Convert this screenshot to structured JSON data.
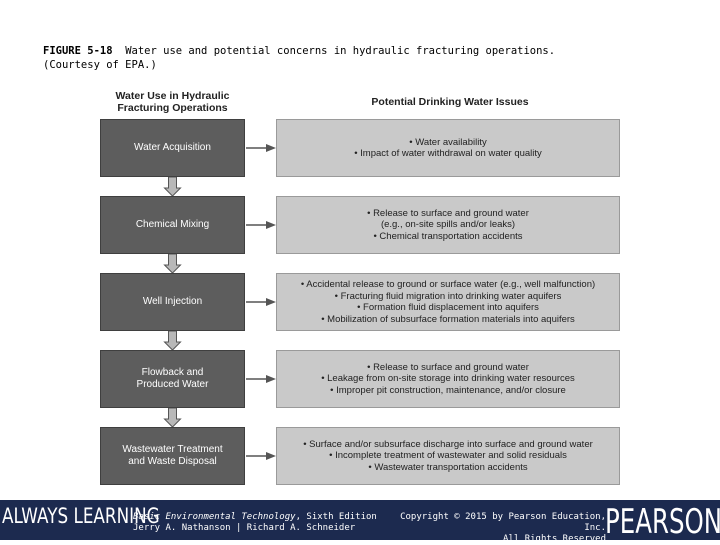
{
  "caption": {
    "label": "FIGURE 5-18",
    "text": "Water use and potential concerns in hydraulic fracturing operations.",
    "line2": "(Courtesy of EPA.)"
  },
  "diagram": {
    "left_header": [
      "Water Use in Hydraulic",
      "Fracturing Operations"
    ],
    "right_header": "Potential Drinking Water Issues",
    "stages": [
      {
        "label": "Water Acquisition",
        "issues": [
          "• Water availability",
          "• Impact of water withdrawal on water quality"
        ]
      },
      {
        "label": "Chemical Mixing",
        "issues": [
          "• Release to surface and ground water",
          "(e.g., on-site spills and/or leaks)",
          "• Chemical transportation accidents"
        ]
      },
      {
        "label": "Well Injection",
        "issues": [
          "• Accidental release to ground or surface water (e.g., well malfunction)",
          "• Fracturing fluid migration into drinking water aquifers",
          "• Formation fluid displacement into aquifers",
          "• Mobilization of subsurface formation materials into aquifers"
        ]
      },
      {
        "label": "Flowback and\nProduced Water",
        "issues": [
          "• Release to surface and ground water",
          "• Leakage from on-site storage into drinking water resources",
          "• Improper pit construction, maintenance, and/or closure"
        ]
      },
      {
        "label": "Wastewater Treatment\nand Waste Disposal",
        "issues": [
          "• Surface and/or subsurface discharge into surface and ground water",
          "• Incomplete treatment of wastewater and solid residuals",
          "• Wastewater transportation accidents"
        ]
      }
    ]
  },
  "footer": {
    "always_learning": "ALWAYS LEARNING",
    "book_title": "Basic Environmental Technology",
    "book_edition": ", Sixth Edition",
    "authors": "Jerry A. Nathanson | Richard A. Schneider",
    "copyright": "Copyright © 2015 by Pearson Education, Inc.",
    "rights": "All Rights Reserved",
    "brand": "PEARSON"
  },
  "colors": {
    "stage_fill": "#5d5d5d",
    "issue_fill": "#c9c9c9",
    "footer_bg": "#1c2a4f"
  }
}
